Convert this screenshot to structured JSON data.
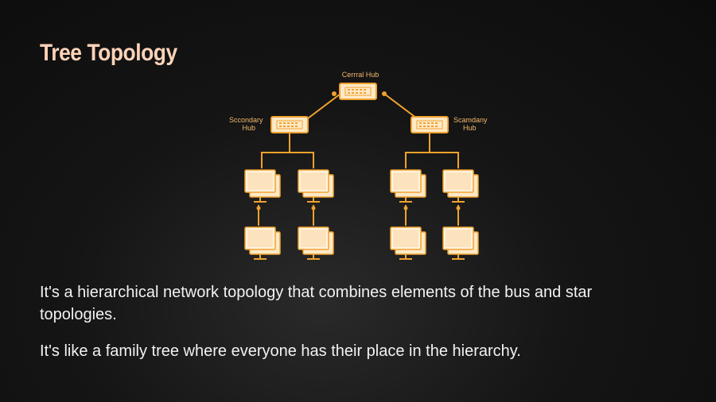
{
  "slide": {
    "title": "Tree Topology",
    "paragraphs": [
      "It's a hierarchical network topology that combines elements of the bus and star topologies.",
      "It's like a family tree where everyone has their place in the hierarchy."
    ]
  },
  "diagram": {
    "central_hub_label": "Cerrral Hub",
    "left_hub_label": [
      "Sccondary",
      "Hub"
    ],
    "right_hub_label": [
      "Scamdany",
      "Hub"
    ],
    "colors": {
      "line": "#f0a22e",
      "device_fill": "#fde9c8",
      "device_outline": "#f0a22e",
      "label": "#f4b86c"
    }
  }
}
